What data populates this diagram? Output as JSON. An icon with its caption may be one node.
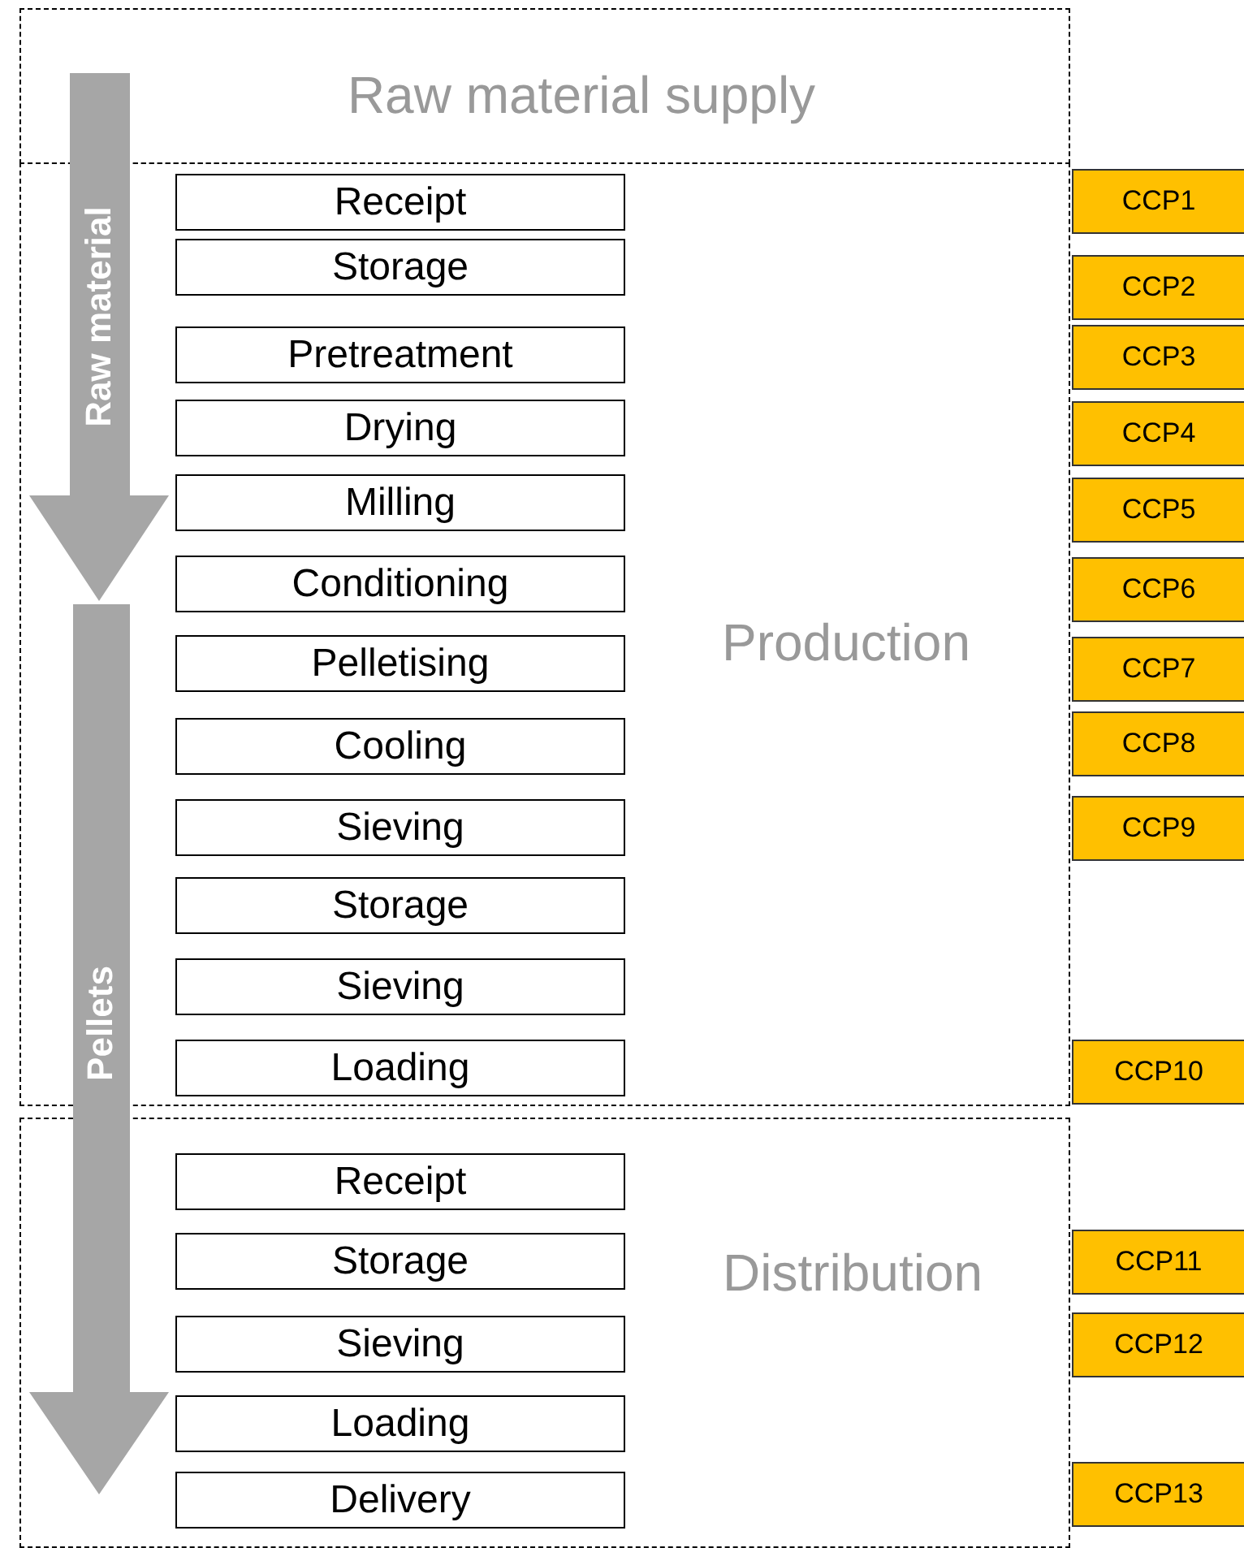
{
  "diagram": {
    "nodes": [
      {
        "text": [
          "Raw material supply"
        ]
      },
      {
        "text": [
          "Production"
        ]
      },
      {
        "text": [
          "Receipt"
        ],
        "in": 1
      },
      {
        "text": [
          "Storage"
        ],
        "in": 1
      },
      {
        "text": [
          "Pretreatment"
        ],
        "in": 1
      },
      {
        "text": [
          "Drying"
        ],
        "in": 1
      },
      {
        "text": [
          "Milling"
        ],
        "in": 1
      },
      {
        "text": [
          "Conditioning"
        ],
        "in": 1
      },
      {
        "text": [
          "Pelletising"
        ],
        "in": 1
      },
      {
        "text": [
          "Cooling"
        ],
        "in": 1
      },
      {
        "text": [
          "Sieving"
        ],
        "in": 1
      },
      {
        "text": [
          "Storage"
        ],
        "in": 1
      },
      {
        "text": [
          "Sieving"
        ],
        "in": 1
      },
      {
        "text": [
          "Loading"
        ],
        "in": 1
      },
      {
        "text": [
          "Pellets"
        ]
      },
      {
        "text": [
          "Distribution"
        ]
      },
      {
        "text": [
          "Receipt"
        ],
        "in": 15
      },
      {
        "text": [
          "Storage"
        ],
        "in": 15
      },
      {
        "text": [
          "Sieving"
        ],
        "in": 15
      },
      {
        "text": [
          "Loading"
        ],
        "in": 15
      },
      {
        "text": [
          "Delivery"
        ],
        "in": 15
      },
      {
        "text": [
          "CCP1"
        ]
      },
      {
        "text": [
          "CCP2"
        ]
      },
      {
        "text": [
          "CCP3"
        ]
      },
      {
        "text": [
          "CCP4"
        ]
      },
      {
        "text": [
          "CCP5"
        ]
      },
      {
        "text": [
          "CCP6"
        ]
      },
      {
        "text": [
          "CCP7"
        ]
      },
      {
        "text": [
          "CCP8"
        ]
      },
      {
        "text": [
          "CCP9"
        ]
      },
      {
        "text": [
          "CCP10"
        ]
      },
      {
        "text": [
          "CCP11"
        ]
      },
      {
        "text": [
          "CCP12"
        ]
      },
      {
        "text": [
          "CCP13"
        ]
      }
    ],
    "edges": [
      {
        "from": 0,
        "to": 14,
        "arrow": "to",
        "label": "Raw material"
      }
    ]
  }
}
